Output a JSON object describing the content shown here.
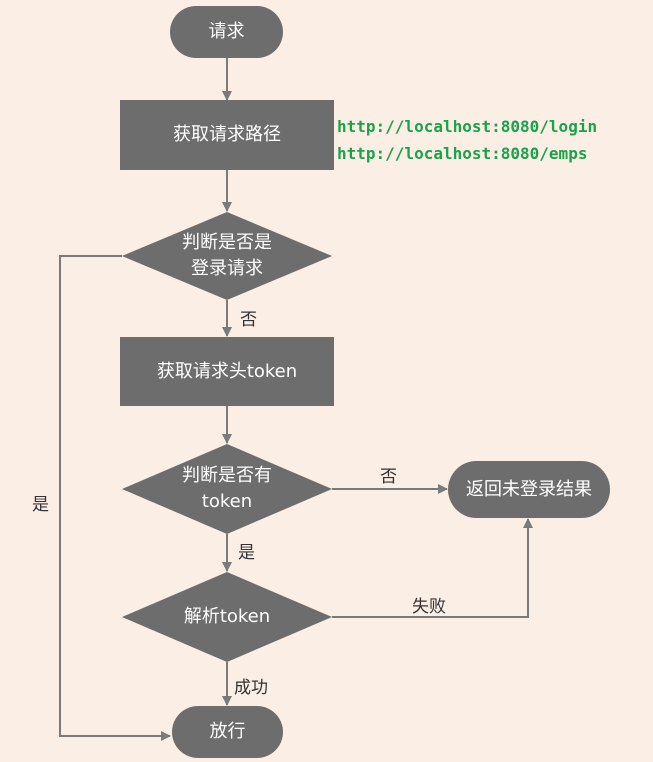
{
  "nodes": {
    "start": "请求",
    "get_path": "获取请求路径",
    "is_login_line1": "判断是否是",
    "is_login_line2": "登录请求",
    "get_token": "获取请求头token",
    "has_token_line1": "判断是否有",
    "has_token_line2": "token",
    "parse_token": "解析token",
    "not_logged_in": "返回未登录结果",
    "allow": "放行"
  },
  "urls": [
    "http://localhost:8080/login",
    "http://localhost:8080/emps"
  ],
  "edge_labels": {
    "login_no": "否",
    "login_yes": "是",
    "token_no": "否",
    "token_yes": "是",
    "parse_fail": "失败",
    "parse_success": "成功"
  },
  "colors": {
    "node_fill": "#6d6d6d",
    "arrow": "#7a7a7a",
    "background": "#fbeee4",
    "url_text": "#1aa34a"
  }
}
